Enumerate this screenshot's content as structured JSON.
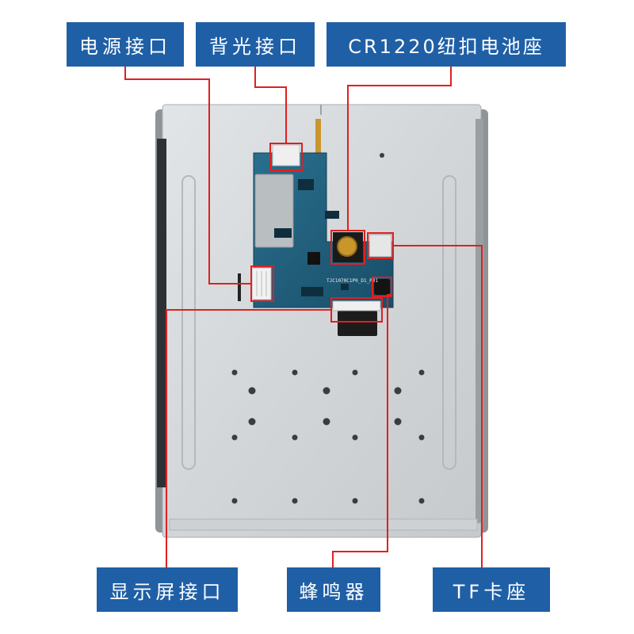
{
  "labels": {
    "power_interface": "电源接口",
    "backlight_interface": "背光接口",
    "cr1220_battery_holder": "CR1220纽扣电池座",
    "display_interface": "显示屏接口",
    "buzzer": "蜂鸣器",
    "tf_card_slot": "TF卡座"
  },
  "board_marking": "TJC1070C1P0_D1_P01",
  "colors": {
    "label_bg": "#1f5fa6",
    "label_text": "#ffffff",
    "callout_line": "#e02020",
    "pcb": "#1e5d7a",
    "metal": "#d4d8da"
  }
}
